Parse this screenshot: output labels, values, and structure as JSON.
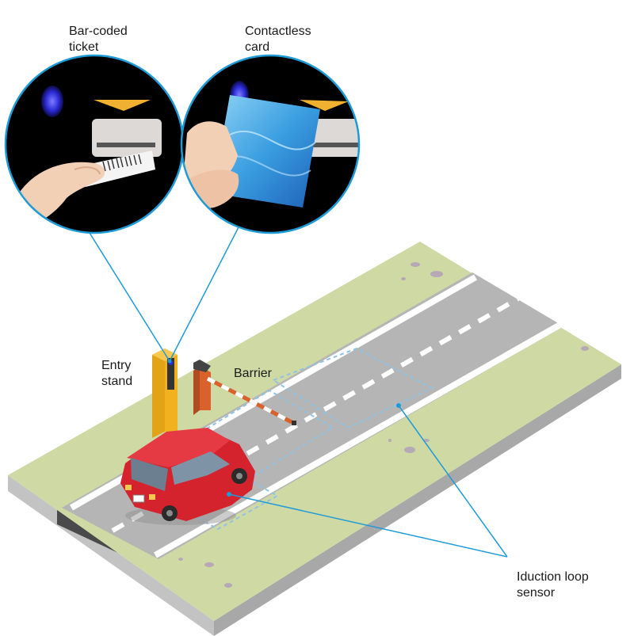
{
  "labels": {
    "barcode": [
      "Bar-coded",
      "ticket"
    ],
    "contactless": [
      "Contactless",
      "card"
    ],
    "entry": [
      "Entry",
      "stand"
    ],
    "barrier": "Barrier",
    "loop": [
      "Iduction loop",
      "sensor"
    ]
  },
  "colors": {
    "grass": "#cfd9a4",
    "road": "#b5b5b5",
    "slab_side": "#c4c3c3",
    "car": "#d5232e",
    "stand": "#f2b21f",
    "barrier": "#d9612c",
    "leader": "#1e9bd7",
    "loop": "#8fc3e6"
  },
  "icons": [
    "barcode-ticket-icon",
    "contactless-card-icon"
  ]
}
